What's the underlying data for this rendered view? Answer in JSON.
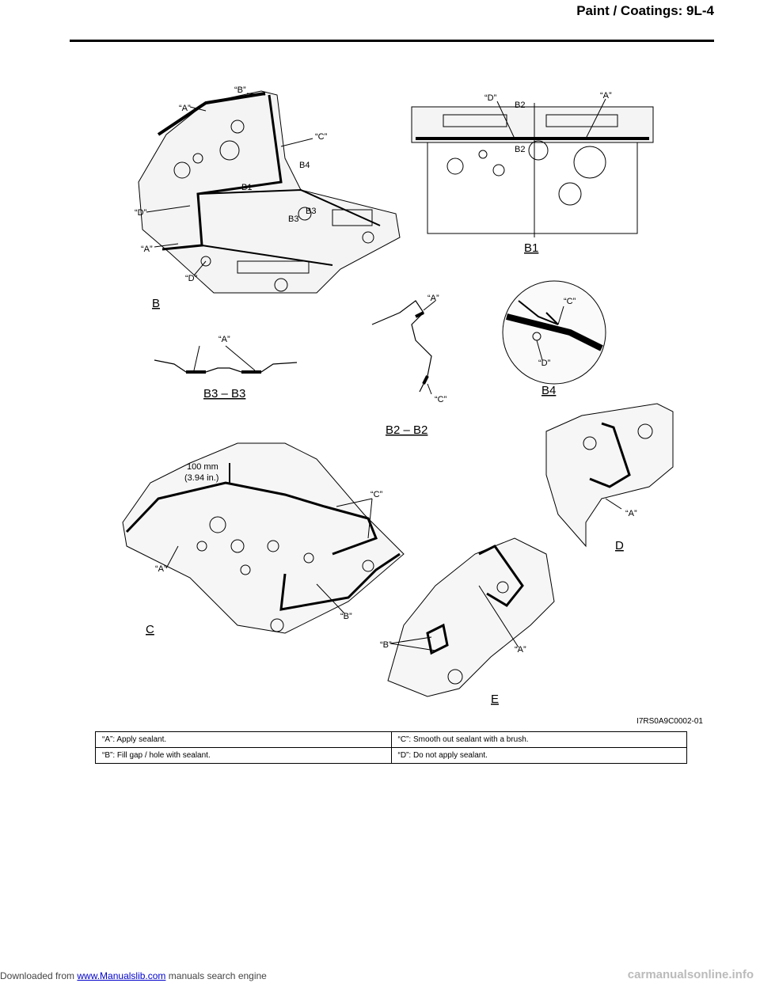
{
  "header": {
    "title": "Paint / Coatings:    9L-4"
  },
  "figure": {
    "panels": {
      "B": "B",
      "B1": "B1",
      "B4": "B4",
      "C": "C",
      "D": "D",
      "E": "E",
      "B3_B3": "B3 – B3",
      "B2_B2": "B2 – B2"
    },
    "callouts": {
      "A": "“A”",
      "B": "“B”",
      "C": "“C”",
      "D": "“D”",
      "b1": "B1",
      "b2": "B2",
      "b3": "B3",
      "b4": "B4",
      "dimension_mm": "100 mm",
      "dimension_in": "(3.94 in.)"
    },
    "figure_id": "I7RS0A9C0002-01"
  },
  "legend": {
    "rows": [
      [
        "“A”:    Apply sealant.",
        "“C”:    Smooth out sealant with a brush."
      ],
      [
        "“B”:    Fill gap / hole with sealant.",
        "“D”:    Do not apply sealant."
      ]
    ]
  },
  "footer": {
    "prefix": "Downloaded from ",
    "link": "www.Manualslib.com",
    "suffix": "  manuals search engine"
  },
  "watermark": "carmanualsonline.info"
}
